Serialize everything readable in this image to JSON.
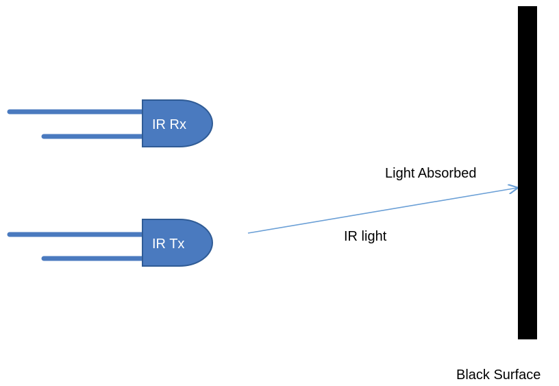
{
  "diagram": {
    "receiver": {
      "label": "IR Rx"
    },
    "transmitter": {
      "label": "IR Tx"
    },
    "beam": {
      "label": "IR light",
      "result_label": "Light Absorbed"
    },
    "surface": {
      "label": "Black Surface",
      "color": "#000000"
    },
    "colors": {
      "led_fill": "#4a7abf",
      "led_outline": "#2f5b95",
      "beam": "#6a9fd6"
    }
  }
}
